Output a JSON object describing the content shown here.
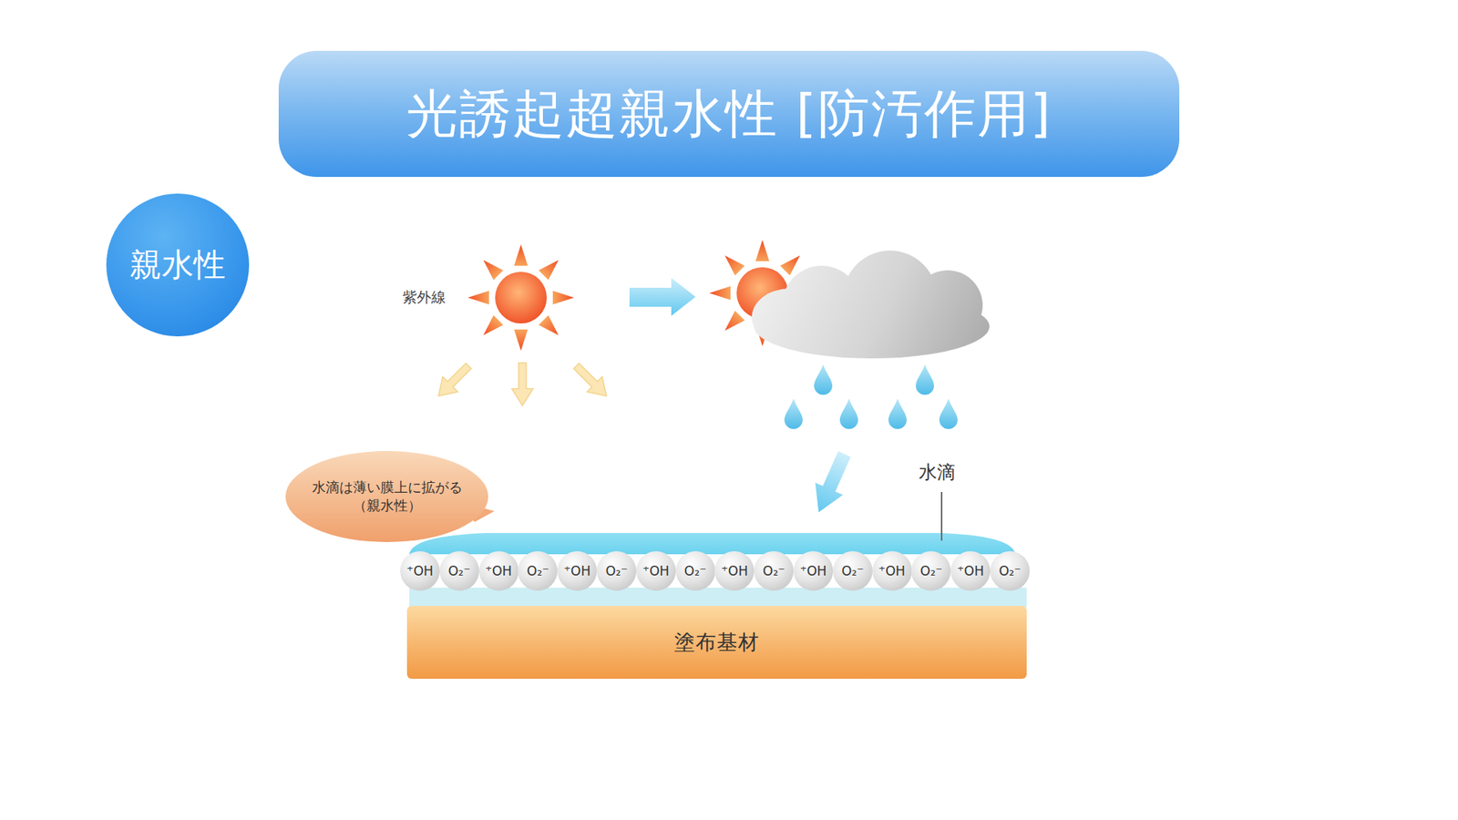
{
  "diagram": {
    "title": "光誘起超親水性 [防汚作用]",
    "nodes": [
      {
        "text": [
          "親水性"
        ]
      },
      {
        "text": [
          "水滴は薄い膜上に拡がる （親水性）"
        ]
      },
      {
        "text": [
          "⁺OH"
        ]
      },
      {
        "text": [
          "O₂⁻"
        ]
      },
      {
        "text": [
          "⁺OH"
        ]
      },
      {
        "text": [
          "O₂⁻"
        ]
      },
      {
        "text": [
          "⁺OH"
        ]
      },
      {
        "text": [
          "O₂⁻"
        ]
      },
      {
        "text": [
          "⁺OH"
        ]
      },
      {
        "text": [
          "O₂⁻"
        ]
      },
      {
        "text": [
          "⁺OH"
        ]
      },
      {
        "text": [
          "O₂⁻"
        ]
      },
      {
        "text": [
          "⁺OH"
        ]
      },
      {
        "text": [
          "O₂⁻"
        ]
      },
      {
        "text": [
          "⁺OH"
        ]
      },
      {
        "text": [
          "O₂⁻"
        ]
      },
      {
        "text": [
          "⁺OH"
        ]
      },
      {
        "text": [
          "O₂⁻"
        ]
      },
      {
        "text": [
          "塗布基材"
        ]
      }
    ],
    "labels": [
      "紫外線",
      "水滴"
    ]
  }
}
